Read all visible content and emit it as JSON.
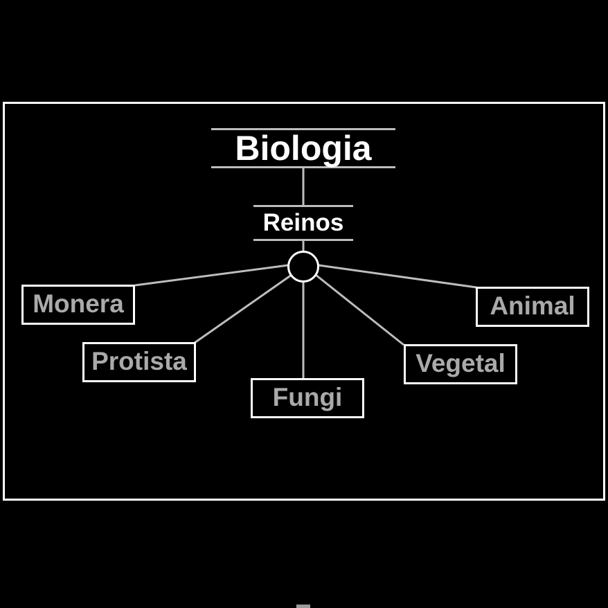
{
  "diagram": {
    "title": "Biologia",
    "subtitle": "Reinos",
    "nodes": [
      {
        "id": "monera",
        "label": "Monera"
      },
      {
        "id": "protista",
        "label": "Protista"
      },
      {
        "id": "fungi",
        "label": "Fungi"
      },
      {
        "id": "vegetal",
        "label": "Vegetal"
      },
      {
        "id": "animal",
        "label": "Animal"
      }
    ]
  },
  "colors": {
    "background": "#000000",
    "frame": "#ffffff",
    "connector": "#bdbdbd",
    "node_text": "#aaaaaa",
    "heading_text": "#ffffff"
  }
}
